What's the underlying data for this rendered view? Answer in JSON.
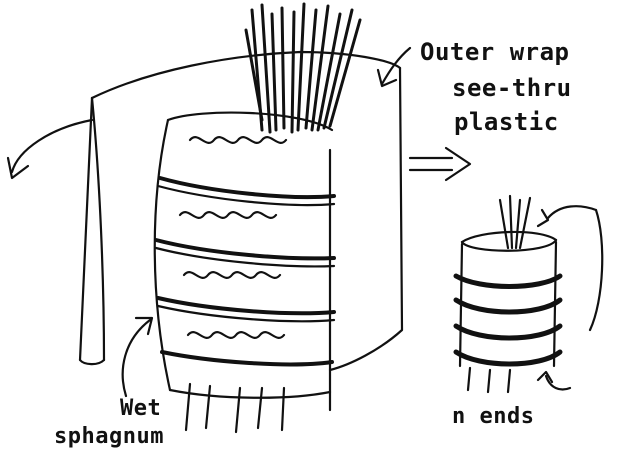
{
  "labels": {
    "outer_wrap": "Outer wrap",
    "see_thru": "see-thru",
    "plastic": "plastic",
    "wet": "Wet",
    "sphagnum": "sphagnum",
    "ends": "n  ends"
  },
  "colors": {
    "ink": "#111111",
    "paper": "#ffffff"
  }
}
